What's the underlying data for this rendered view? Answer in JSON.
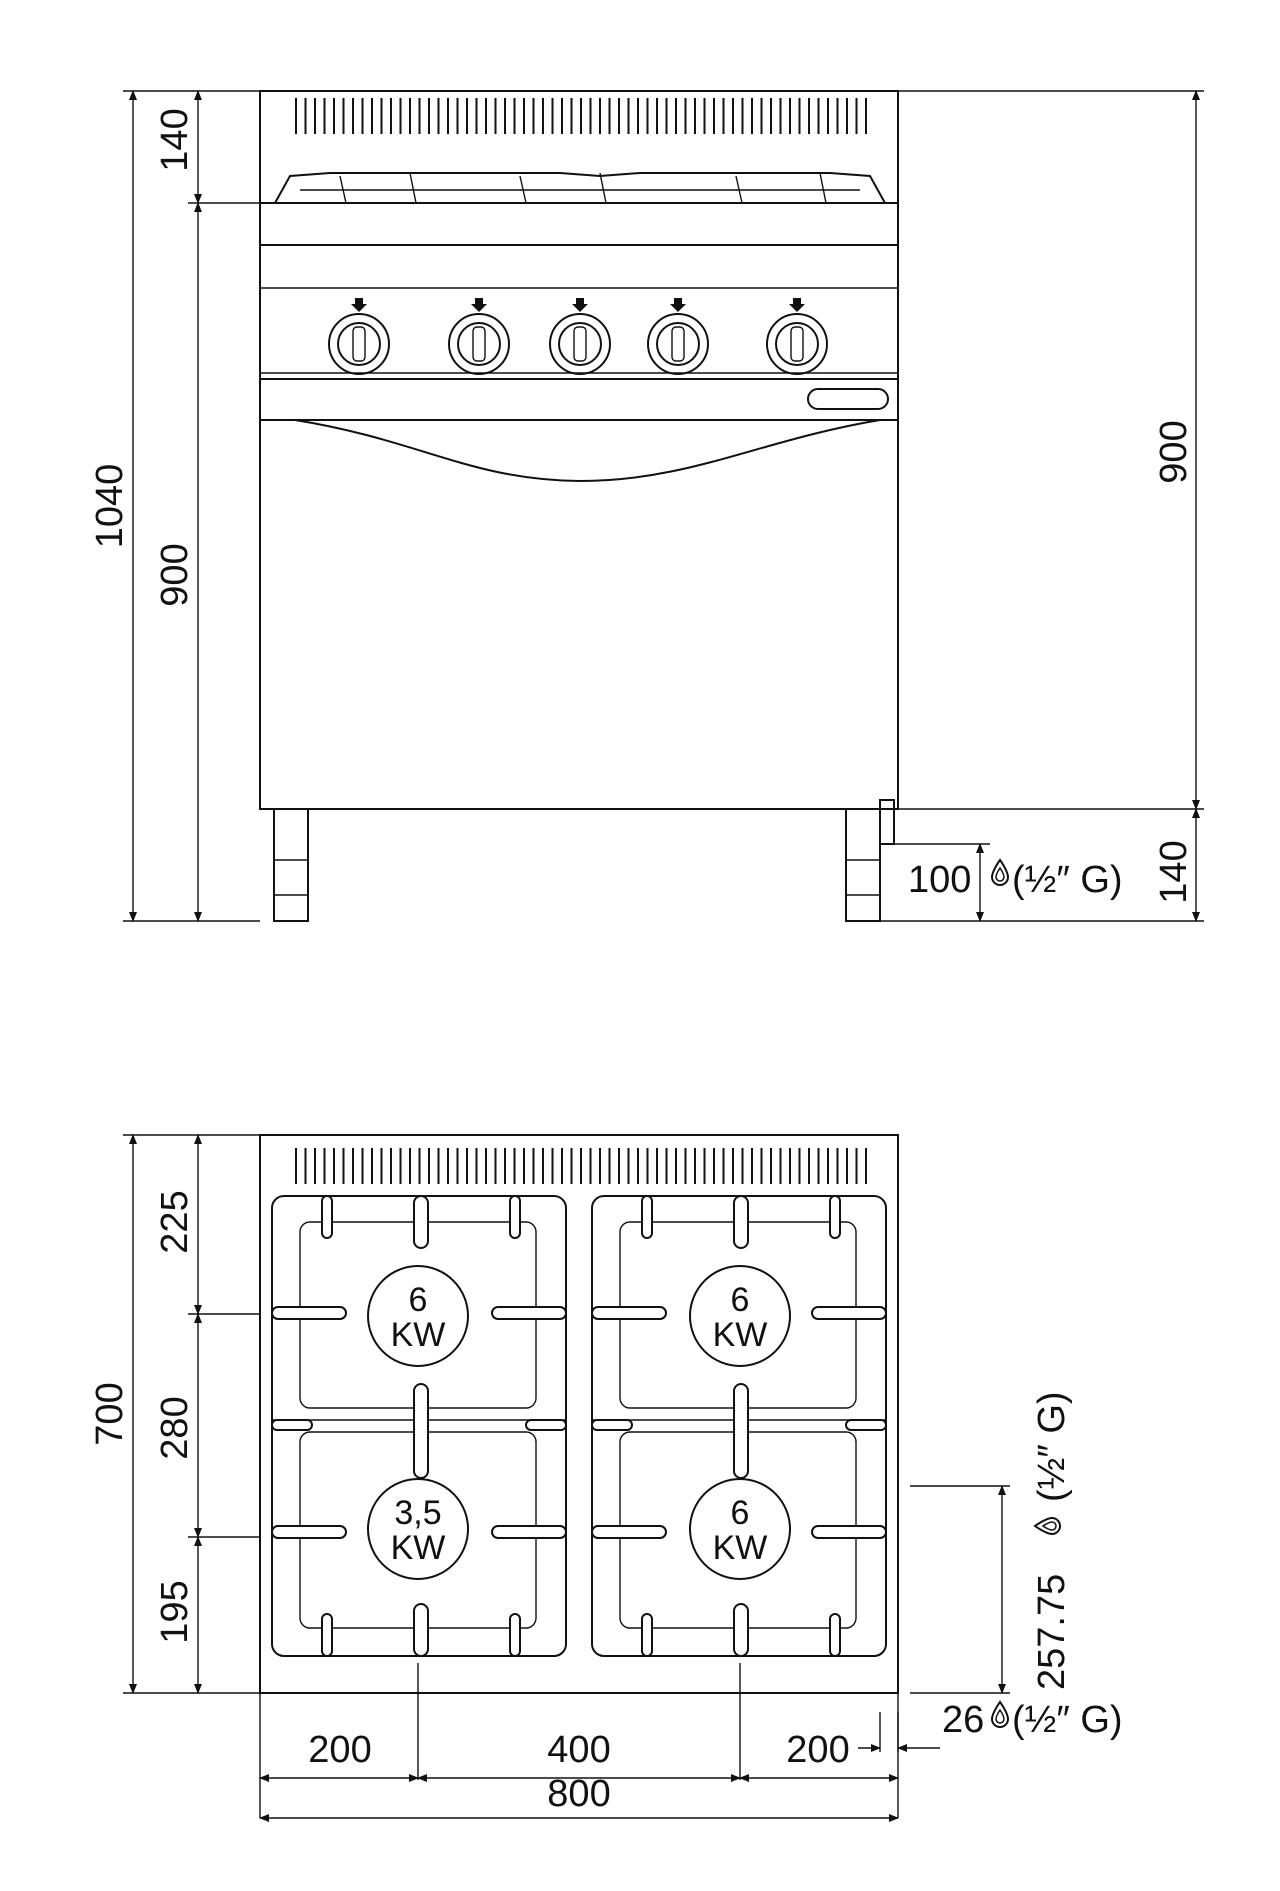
{
  "front_view": {
    "dim_total_height": "1040",
    "dim_top": "140",
    "dim_body_left": "900",
    "dim_body_right": "900",
    "dim_legs": "140",
    "gas_inlet": {
      "value": "100",
      "spec": "(½″ G)"
    }
  },
  "top_view": {
    "dim_depth": "700",
    "dim_rear": "225",
    "dim_middle": "280",
    "dim_front": "195",
    "dim_w_left": "200",
    "dim_w_mid": "400",
    "dim_w_right": "200",
    "dim_width": "800",
    "gas_side": {
      "value": "257.75",
      "spec": "(½″ G)"
    },
    "gas_bottom": {
      "value": "26",
      "spec": "(½″ G)"
    },
    "burners": [
      {
        "power": "6",
        "unit": "KW"
      },
      {
        "power": "6",
        "unit": "KW"
      },
      {
        "power": "3,5",
        "unit": "KW"
      },
      {
        "power": "6",
        "unit": "KW"
      }
    ]
  },
  "icons": [
    "gas-drop-icon"
  ],
  "colors": {
    "line": "#111111",
    "background": "#ffffff"
  }
}
